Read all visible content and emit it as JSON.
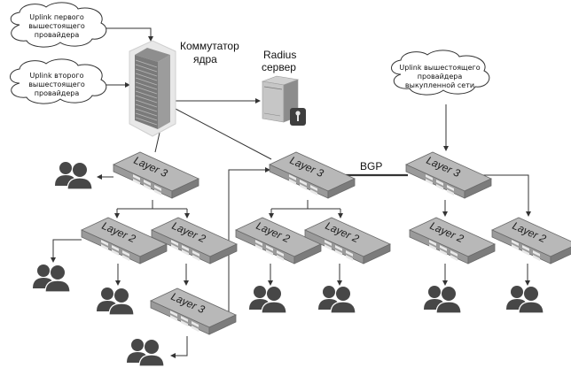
{
  "clouds": [
    {
      "id": "uplink-1",
      "lines": [
        "Uplink первого",
        "вышестоящего",
        "провайдера"
      ]
    },
    {
      "id": "uplink-2",
      "lines": [
        "Uplink второго",
        "вышестоящего",
        "провайдера"
      ]
    },
    {
      "id": "uplink-3",
      "lines": [
        "Uplink вышестоящего",
        "провайдера",
        "выкупленной сети"
      ]
    }
  ],
  "core_switch": {
    "label_lines": [
      "Коммутатор",
      "ядра"
    ]
  },
  "radius_server": {
    "label_lines": [
      "Radius",
      "сервер"
    ]
  },
  "bgp_link": {
    "label": "BGP"
  },
  "switches": [
    {
      "id": "l3-a",
      "label": "Layer 3"
    },
    {
      "id": "l3-b",
      "label": "Layer 3"
    },
    {
      "id": "l3-c",
      "label": "Layer 3"
    },
    {
      "id": "l3-d",
      "label": "Layer 3"
    },
    {
      "id": "l2-a1",
      "label": "Layer 2"
    },
    {
      "id": "l2-a2",
      "label": "Layer 2"
    },
    {
      "id": "l2-b1",
      "label": "Layer 2"
    },
    {
      "id": "l2-b2",
      "label": "Layer 2"
    },
    {
      "id": "l2-c1",
      "label": "Layer 2"
    },
    {
      "id": "l2-c2",
      "label": "Layer 2"
    }
  ],
  "user_groups": [
    {
      "id": "users-l3a"
    },
    {
      "id": "users-l2a1-left"
    },
    {
      "id": "users-l2a1"
    },
    {
      "id": "users-l3d"
    },
    {
      "id": "users-l2b1"
    },
    {
      "id": "users-l2b2"
    },
    {
      "id": "users-l2c1"
    },
    {
      "id": "users-l2c2"
    }
  ],
  "colors": {
    "line": "#333333",
    "switch_top": "#b4b4b4",
    "switch_side": "#8a8a8a",
    "users": "#474747"
  }
}
